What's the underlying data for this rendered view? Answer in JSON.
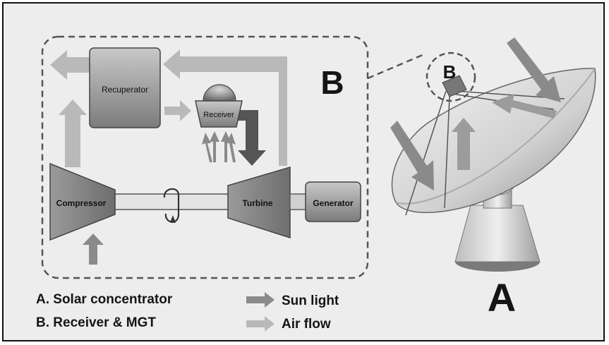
{
  "diagram": {
    "components": {
      "recuperator": "Recuperator",
      "receiver": "Receiver",
      "compressor": "Compressor",
      "turbine": "Turbine",
      "generator": "Generator"
    },
    "markers": {
      "inset_label": "B",
      "dish_receiver_label": "B",
      "dish_label": "A"
    },
    "legend": {
      "items": [
        {
          "key": "A. Solar concentrator",
          "arrow": "Sun light",
          "arrow_color": "#8a8a8a"
        },
        {
          "key": "B. Receiver & MGT",
          "arrow": "Air flow",
          "arrow_color": "#b9b9b9"
        }
      ]
    },
    "colors": {
      "background": "#ededed",
      "sun_light_arrow": "#8a8a8a",
      "air_flow_arrow": "#b9b9b9",
      "component_fill": "#8d8d8d",
      "outline": "#444444"
    }
  }
}
